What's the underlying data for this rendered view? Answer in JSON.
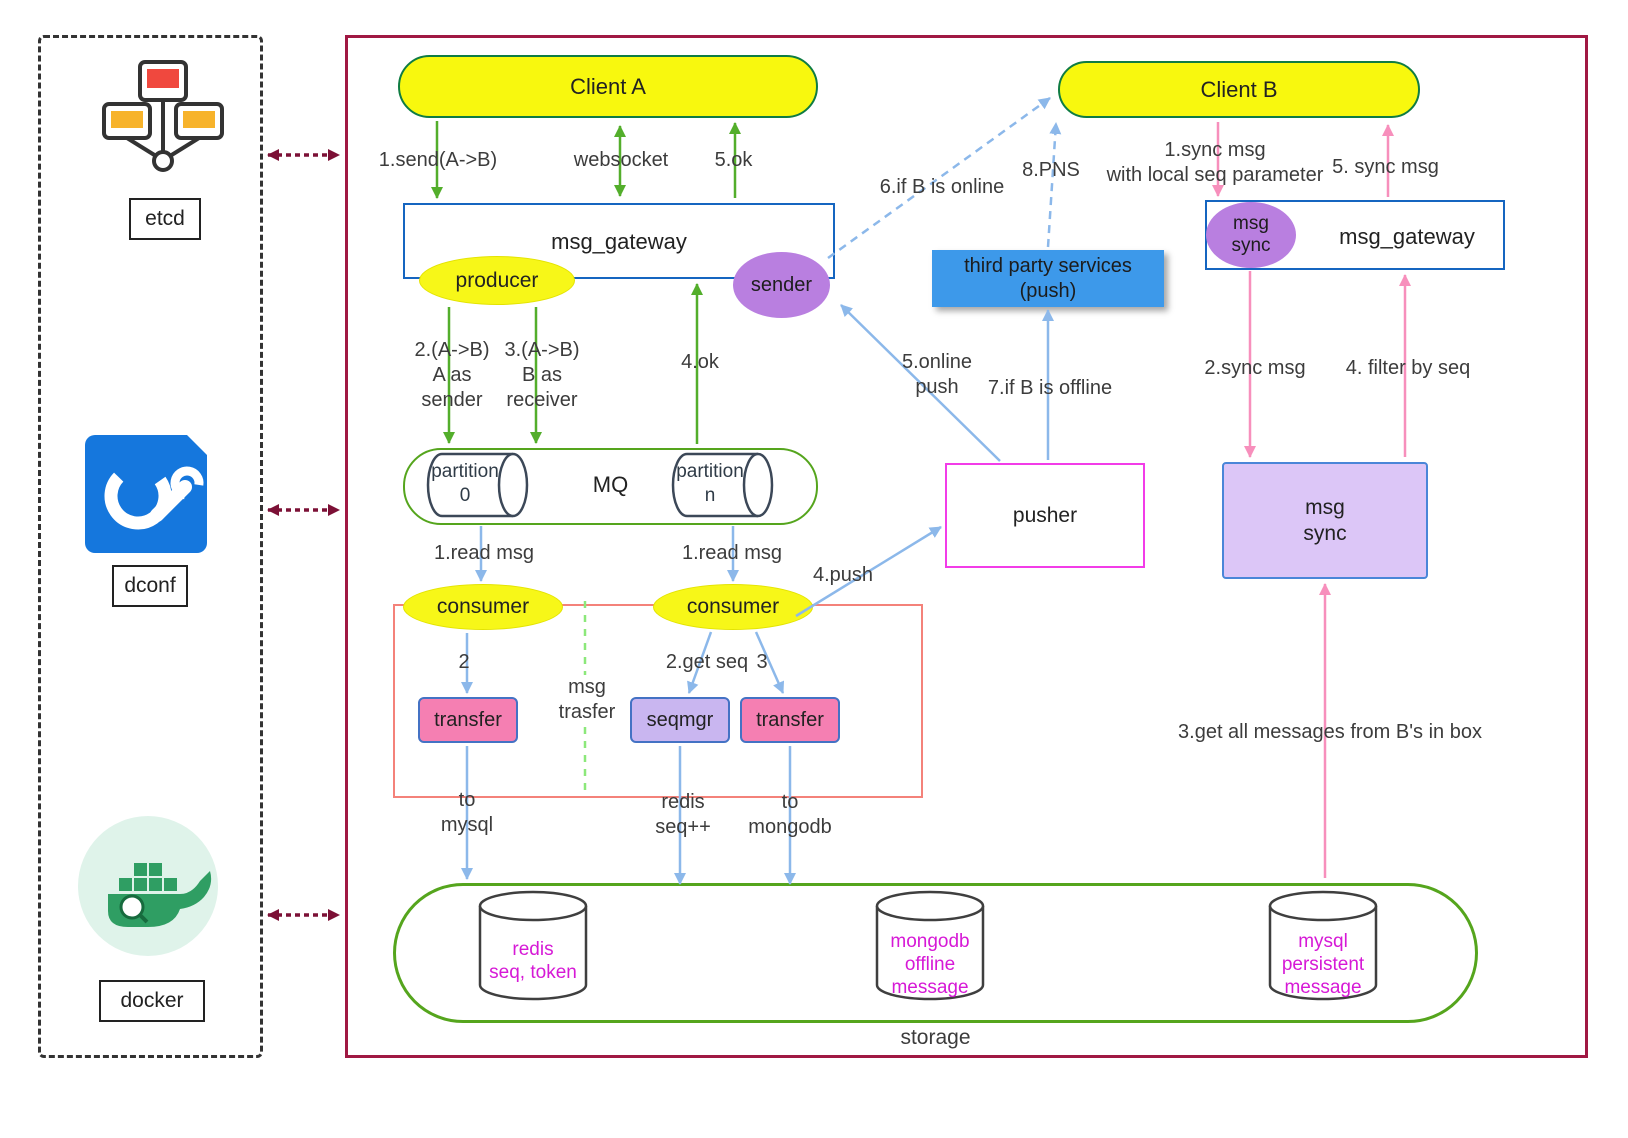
{
  "sidebar": {
    "etcd_label": "etcd",
    "dconf_label": "dconf",
    "docker_label": "docker",
    "icons": [
      "network-cluster-icon",
      "wrench-settings-icon",
      "docker-whale-icon"
    ]
  },
  "nodes": {
    "client_a": "Client A",
    "client_b": "Client B",
    "gateway_left": "msg_gateway",
    "gateway_right": "msg_gateway",
    "producer": "producer",
    "sender": "sender",
    "consumer_left": "consumer",
    "consumer_right": "consumer",
    "msg_sync_ellipse": "msg\nsync",
    "msg_sync_box": "msg\nsync",
    "third_party": "third party services\n(push)",
    "pusher": "pusher",
    "mq": "MQ",
    "partition_0": "partition\n0",
    "partition_n": "partition\nn",
    "transfer_left": "transfer",
    "seqmgr": "seqmgr",
    "transfer_right": "transfer",
    "storage": "storage",
    "redis_cylinder": "redis\nseq, token",
    "mongodb_cylinder": "mongodb\noffline\nmessage",
    "mysql_cylinder": "mysql\npersistent\nmessage"
  },
  "labels": {
    "send": "1.send(A->B)",
    "websocket": "websocket",
    "ok5": "5.ok",
    "if_b_online": "6.if B is online",
    "pns": "8.PNS",
    "sync_msg_local": "1.sync msg\nwith local seq parameter",
    "sync_msg5": "5. sync msg",
    "a_as_sender": "2.(A->B)\nA as\nsender",
    "b_as_receiver": "3.(A->B)\nB as\nreceiver",
    "ok4": "4.ok",
    "online_push": "5.online\npush",
    "if_b_offline": "7.if B is offline",
    "sync_msg2": "2.sync msg",
    "filter_by_seq": "4. filter by seq",
    "read_msg_left": "1.read msg",
    "read_msg_right": "1.read msg",
    "push4": "4.push",
    "step2": "2",
    "get_seq": "2.get seq",
    "step3": "3",
    "msg_trasfer": "msg\ntrasfer",
    "to_mysql": "to\nmysql",
    "redis_seq": "redis\nseq++",
    "to_mongodb": "to\nmongodb",
    "get_all": "3.get all messages from B's in box"
  },
  "colors": {
    "main_border": "#a01843",
    "arrow_green": "#53ae2b",
    "arrow_blue": "#8cb8ea",
    "arrow_pink": "#f78fbc",
    "arrow_maroon": "#7c1036",
    "yellow_node": "#f8f80e",
    "purple_node": "#b97fe0",
    "pink_node": "#f57fb2",
    "lavender_node": "#c9b6f0",
    "blue_service": "#3d99ea",
    "magenta_text": "#d619d6",
    "green_border": "#55a51d",
    "blue_border": "#1565c0",
    "red_group_border": "#f4827a",
    "pusher_border": "#f23ce8"
  }
}
